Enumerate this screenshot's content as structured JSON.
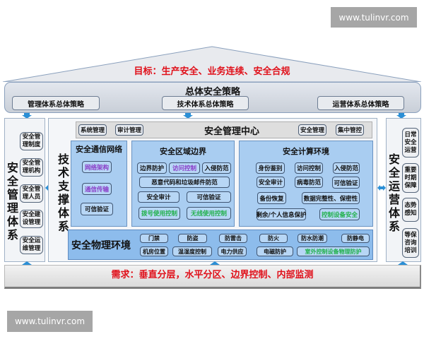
{
  "watermarks": {
    "top": "www.tulinvr.com",
    "bottom": "www.tulinvr.com"
  },
  "goal": "目标：生产安全、业务连续、安全合规",
  "overall_strategy": {
    "title": "总体安全策略",
    "items": [
      "管理体系总体策略",
      "技术体系总体策略",
      "运营体系总体策略"
    ]
  },
  "management_system": {
    "title": "安全管理体系",
    "title_chars": [
      "安",
      "全",
      "管",
      "理",
      "体",
      "系"
    ],
    "items": [
      "安全管理制度",
      "安全管理机构",
      "安全管理人员",
      "安全建设管理",
      "安全运维管理"
    ],
    "items_split": [
      [
        "安全管",
        "理制度"
      ],
      [
        "安全管",
        "理机构"
      ],
      [
        "安全管",
        "理人员"
      ],
      [
        "安全建",
        "设管理"
      ],
      [
        "安全运",
        "维管理"
      ]
    ]
  },
  "tech_system": {
    "title_chars": [
      "技",
      "术",
      "支",
      "撑",
      "体",
      "系"
    ],
    "mgmt_center": {
      "title": "安全管理中心",
      "left_items": [
        "系统管理",
        "审计管理"
      ],
      "right_items": [
        "安全管理",
        "集中管控"
      ]
    },
    "comm_network": {
      "title": "安全通信网络",
      "items": [
        {
          "label": "网络架构",
          "color": "purple"
        },
        {
          "label": "通信传输",
          "color": "purple"
        },
        {
          "label": "可信验证",
          "color": "black"
        }
      ]
    },
    "area_boundary": {
      "title": "安全区域边界",
      "rows": [
        [
          {
            "label": "边界防护",
            "color": "black"
          },
          {
            "label": "访问控制",
            "color": "purple"
          },
          {
            "label": "入侵防范",
            "color": "black"
          }
        ],
        [
          {
            "label": "恶意代码和垃圾邮件防范",
            "color": "black"
          }
        ],
        [
          {
            "label": "安全审计",
            "color": "black"
          },
          {
            "label": "可信验证",
            "color": "black"
          }
        ],
        [
          {
            "label": "拨号使用控制",
            "color": "green"
          },
          {
            "label": "无线使用控制",
            "color": "green"
          }
        ]
      ]
    },
    "compute_env": {
      "title": "安全计算环境",
      "rows": [
        [
          {
            "label": "身份鉴别",
            "color": "black"
          },
          {
            "label": "访问控制",
            "color": "black"
          },
          {
            "label": "入侵防范",
            "color": "black"
          }
        ],
        [
          {
            "label": "安全审计",
            "color": "black"
          },
          {
            "label": "病毒防范",
            "color": "black"
          },
          {
            "label": "可信验证",
            "color": "black"
          }
        ],
        [
          {
            "label": "备份恢复",
            "color": "black"
          },
          {
            "label": "数据完整性、保密性",
            "color": "black"
          }
        ],
        [
          {
            "label": "剩余/个人信息保护",
            "color": "black"
          },
          {
            "label": "控制设备安全",
            "color": "green"
          }
        ]
      ]
    },
    "physical_env": {
      "title": "安全物理环境",
      "row1": [
        "门禁",
        "防盗",
        "防雷击",
        "防火",
        "防水防潮",
        "防静电"
      ],
      "row2": [
        {
          "label": "机房位置",
          "color": "black"
        },
        {
          "label": "温湿度控制",
          "color": "black"
        },
        {
          "label": "电力供应",
          "color": "black"
        },
        {
          "label": "电磁防护",
          "color": "black"
        },
        {
          "label": "室外控制设备物理防护",
          "color": "green"
        }
      ]
    }
  },
  "operations_system": {
    "title_chars": [
      "安",
      "全",
      "运",
      "营",
      "体",
      "系"
    ],
    "items_split": [
      [
        "日常",
        "安全",
        "运营"
      ],
      [
        "重要",
        "时期",
        "保障"
      ],
      [
        "态势",
        "感知"
      ],
      [
        "等保",
        "咨询",
        "培训"
      ]
    ]
  },
  "demand": "需求：垂直分层，水平分区、边界控制、内部监测",
  "colors": {
    "goal_red": "#e0101a",
    "zone_blue": "#a9cdf1",
    "physical_blue": "#8dbcec",
    "arrow_blue": "#2b8fd6",
    "purple_text": "#8a3cc8",
    "green_text": "#22b14c"
  }
}
